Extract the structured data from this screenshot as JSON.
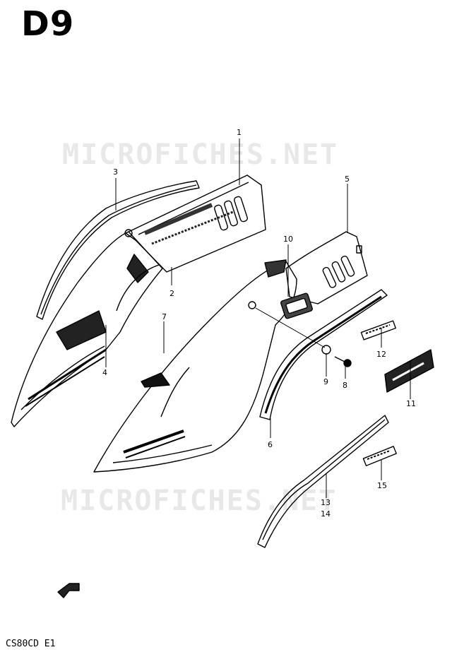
{
  "page": {
    "title": "D9",
    "watermark": "MICROFICHES.NET",
    "model_code": "CS80CD E1"
  },
  "callouts": {
    "c1": "1",
    "c2": "2",
    "c3": "3",
    "c4": "4",
    "c5": "5",
    "c6": "6",
    "c7": "7",
    "c8": "8",
    "c9": "9",
    "c10": "10",
    "c11": "11",
    "c12": "12",
    "c13": "13",
    "c14": "14",
    "c15": "15"
  },
  "colors": {
    "ink": "#000000",
    "watermark": "#e8e8e8",
    "background": "#ffffff"
  }
}
